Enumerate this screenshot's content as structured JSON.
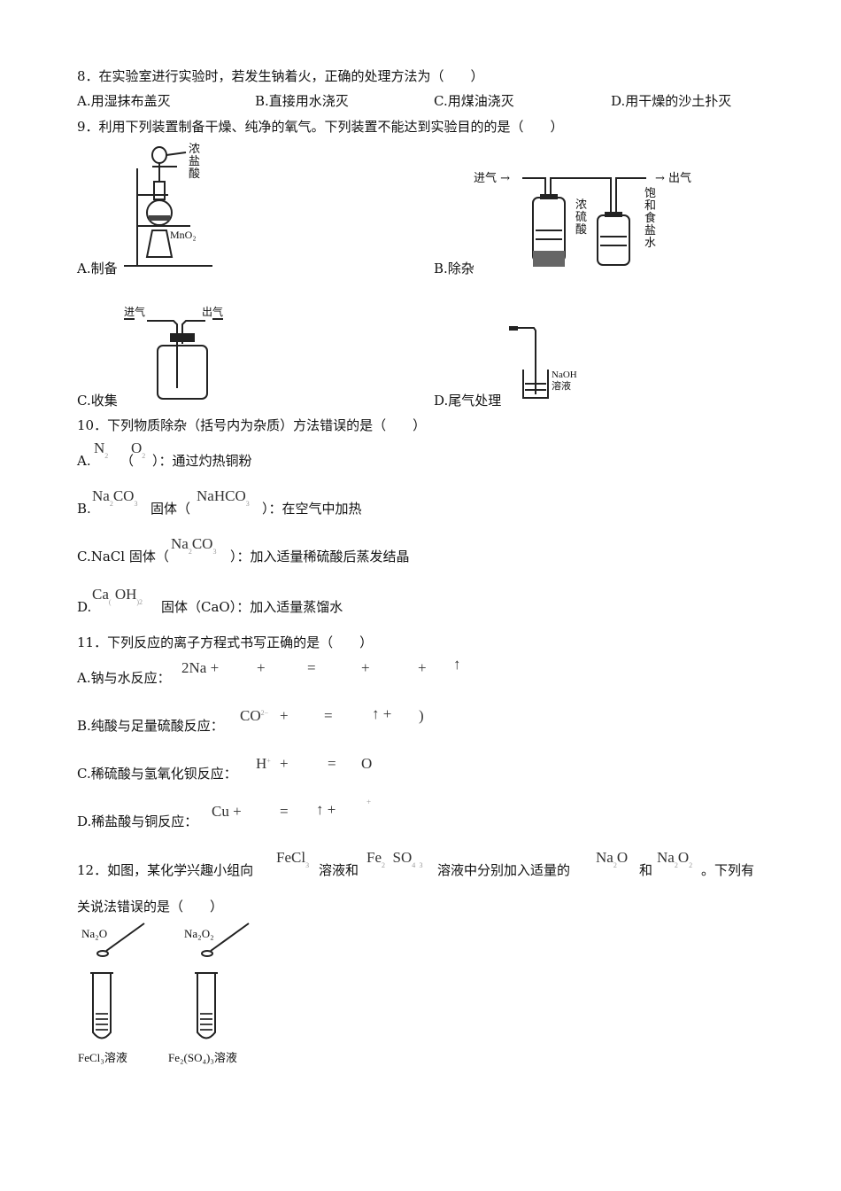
{
  "q8": {
    "stem": "8．在实验室进行实验时，若发生钠着火，正确的处理方法为（　　）",
    "options": [
      {
        "key": "A",
        "text": "A.用湿抹布盖灭"
      },
      {
        "key": "B",
        "text": "B.直接用水浇灭"
      },
      {
        "key": "C",
        "text": "C.用煤油浇灭"
      },
      {
        "key": "D",
        "text": "D.用干燥的沙土扑灭"
      }
    ]
  },
  "q9": {
    "stem": "9．利用下列装置制备干燥、纯净的氧气。下列装置不能达到实验目的的是（　　）",
    "options": [
      {
        "key": "A",
        "text": "A.制备",
        "figure_labels": [
          "浓盐酸",
          "MnO₂"
        ]
      },
      {
        "key": "B",
        "text": "B.除杂",
        "figure_labels": [
          "进气",
          "出气",
          "浓硫酸",
          "饱和食盐水"
        ]
      },
      {
        "key": "C",
        "text": "C.收集",
        "figure_labels": [
          "进气",
          "出气"
        ]
      },
      {
        "key": "D",
        "text": "D.尾气处理",
        "figure_labels": [
          "NaOH",
          "溶液"
        ]
      }
    ]
  },
  "q10": {
    "stem": "10．下列物质除杂（括号内为杂质）方法错误的是（　　）",
    "options": [
      {
        "key": "A",
        "prefix": "A.",
        "f1": "N",
        "mid": "（",
        "f2": "O",
        "suffix": "）：通过灼热铜粉"
      },
      {
        "key": "B",
        "prefix": "B.",
        "f1": "Na",
        "f1b": "CO",
        "mid": "固体（",
        "f2": "NaHCO",
        "suffix": "）：在空气中加热"
      },
      {
        "key": "C",
        "prefix": "C.NaCl 固体（",
        "f1": "Na",
        "f1b": "CO",
        "suffix": "）：加入适量稀硫酸后蒸发结晶"
      },
      {
        "key": "D",
        "prefix": "D.",
        "f1": "Ca",
        "f1b": "OH",
        "mid": "固体（CaO）：加入适量蒸馏水"
      }
    ]
  },
  "q11": {
    "stem": "11．下列反应的离子方程式书写正确的是（　　）",
    "options": [
      {
        "key": "A",
        "label": "A.钠与水反应：",
        "eq": [
          "2Na +",
          "+",
          "=",
          "+",
          "+",
          "↑"
        ]
      },
      {
        "key": "B",
        "label": "B.纯酸与足量硫酸反应：",
        "eq": [
          "CO",
          "+",
          "=",
          "↑ +",
          ")"
        ]
      },
      {
        "key": "C",
        "label": "C.稀硫酸与氢氧化钡反应：",
        "eq": [
          "H",
          "+",
          "=",
          "O"
        ]
      },
      {
        "key": "D",
        "label": "D.稀盐酸与铜反应：",
        "eq": [
          "Cu +",
          "=",
          "↑ +",
          "+"
        ]
      }
    ]
  },
  "q12": {
    "stem_parts": [
      "12．如图，某化学兴趣小组向",
      "FeCl",
      "溶液和",
      "Fe",
      "SO",
      "溶液中分别加入适量的",
      "Na",
      "O",
      "和",
      "Na",
      "O",
      "。下列有"
    ],
    "stem_line2": "关说法错误的是（　　）",
    "figure": {
      "left_reagent": "Na₂O",
      "right_reagent": "Na₂O₂",
      "left_solution": "FeCl₃溶液",
      "right_solution": "Fe₂(SO₄)₃溶液"
    }
  }
}
